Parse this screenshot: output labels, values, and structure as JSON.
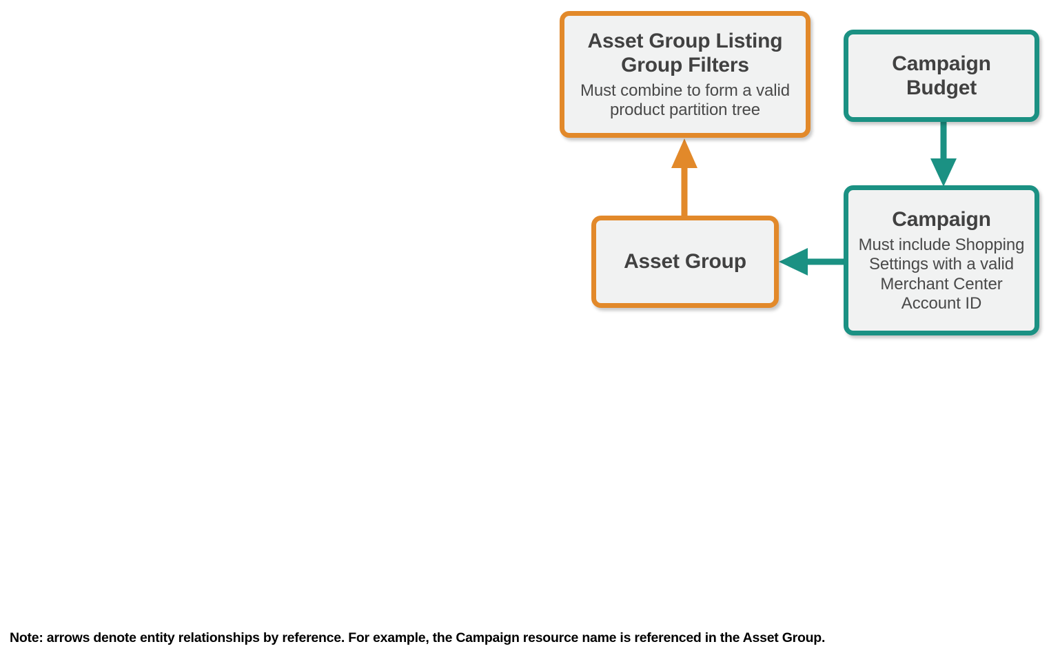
{
  "diagram": {
    "colors": {
      "orange": "#E2892A",
      "teal": "#1B9183",
      "node_fill": "#f1f2f2",
      "title_text": "#414141",
      "desc_text": "#494949",
      "note_text": "#000000",
      "background": "#ffffff"
    },
    "nodes": [
      {
        "id": "asset-group-listing-group-filters",
        "title": "Asset Group Listing Group Filters",
        "description": "Must combine to form a valid product partition tree",
        "color": "orange"
      },
      {
        "id": "campaign-budget",
        "title": "Campaign Budget",
        "description": "",
        "color": "teal"
      },
      {
        "id": "asset-group",
        "title": "Asset Group",
        "description": "",
        "color": "orange"
      },
      {
        "id": "campaign",
        "title": "Campaign",
        "description": "Must include Shopping Settings with a valid Merchant Center Account ID",
        "color": "teal"
      }
    ],
    "edges": [
      {
        "id": "asset-group-to-listing-group-filters",
        "from": "asset-group",
        "to": "asset-group-listing-group-filters",
        "direction": "up",
        "color": "orange"
      },
      {
        "id": "campaign-budget-to-campaign",
        "from": "campaign-budget",
        "to": "campaign",
        "direction": "down",
        "color": "teal"
      },
      {
        "id": "campaign-to-asset-group",
        "from": "campaign",
        "to": "asset-group",
        "direction": "left",
        "color": "teal"
      }
    ],
    "note": "Note: arrows denote entity relationships by reference. For example, the Campaign resource name is referenced in the Asset Group."
  }
}
